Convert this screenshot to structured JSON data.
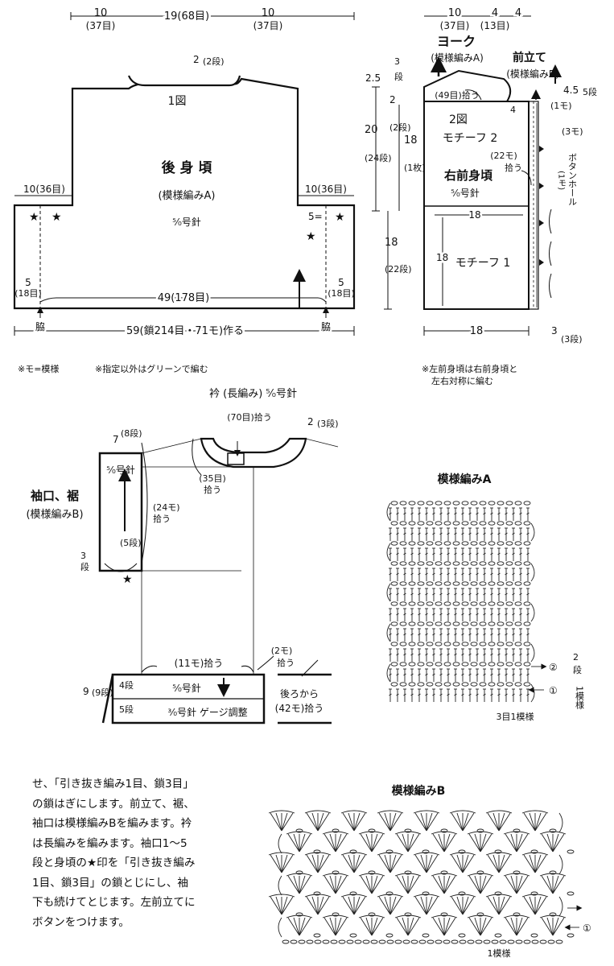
{
  "back": {
    "title": "後 身 頃",
    "pattern": "(模様編みA)",
    "needle": "⁵⁄₀号針",
    "fig": "1図",
    "dim_top_left": "10",
    "dim_top_left_sub": "(37目)",
    "dim_top_mid": "19(68目)",
    "dim_top_right": "10",
    "dim_top_right_sub": "(37目)",
    "neck_depth": "2",
    "neck_depth_sub": "(2段)",
    "shoulder_left": "10(36目)",
    "shoulder_right": "10(36目)",
    "armhole": "5=",
    "side_left": "5",
    "side_left_sub": "(18目)",
    "side_right": "5",
    "side_right_sub": "(18目)",
    "hem_inner": "49(178目)",
    "hem_total": "59(鎖214目・71モ)作る",
    "waki_left": "脇",
    "waki_right": "脇"
  },
  "front": {
    "dim_top_a": "10",
    "dim_top_a_sub": "(37目)",
    "dim_top_b": "4",
    "dim_top_b_sub": "(13目)",
    "dim_top_c": "4",
    "yoke": "ヨーク",
    "yoke_pattern": "(模様編みA)",
    "placket": "前立て",
    "placket_pattern": "(模様編みB)",
    "h_25": "2.5",
    "h_3": "3",
    "h_3_sub": "段",
    "h_45": "4.5",
    "h_45_sub": "5段",
    "pick_49": "(49目)拾う",
    "dim_4": "4",
    "one_mo": "(1モ)",
    "three_mo": "(3モ)",
    "h_20": "20",
    "h_20_sub": "(24段)",
    "h_2": "2",
    "h_2_sub": "(2段)",
    "h_18": "18",
    "h_18_sub": "(1枚)",
    "fig2": "2図",
    "motif2": "モチーフ 2",
    "pick_22": "(22モ)",
    "pick_22b": "拾う",
    "right_front": "右前身頃",
    "right_needle": "⁵⁄₀号針",
    "buttonhole": "ボタンホール",
    "buttonhole_sub": "(1モ)",
    "w_18a": "18",
    "h_18b": "18",
    "h_18b_sub": "(22段)",
    "motif_h": "18",
    "motif1": "モチーフ 1",
    "w_18b": "18",
    "w_3": "3",
    "w_3_sub": "(3段)"
  },
  "notes": {
    "n1": "※モ=模様",
    "n2": "※指定以外はグリーンで編む",
    "n3": "※左前身頃は右前身頃と",
    "n4": "左右対称に編む"
  },
  "collar": {
    "title": "衿 (長編み) ⁵⁄₀号針",
    "pick_70": "(70目)拾う",
    "depth": "2",
    "depth_sub": "(3段)",
    "pick_35": "(35目)",
    "pick_35b": "拾う"
  },
  "sleeve": {
    "title": "袖口、裾",
    "pattern": "(模様編みB)",
    "h_7": "7",
    "h_7_sub": "(8段)",
    "needle": "⁵⁄₀号針",
    "pick_24": "(24モ)",
    "pick_24b": "拾う",
    "rows_5": "(5段)",
    "rows_3": "3",
    "rows_3_sub": "段",
    "pick_11": "(11モ)拾う",
    "pick_2": "(2モ)",
    "pick_2b": "拾う",
    "h_9": "9",
    "h_9_sub": "(9段)",
    "r4": "4段",
    "r5": "5段",
    "needle_a": "⁵⁄₀号針",
    "needle_b": "³⁄₀号針 ゲージ調整",
    "back_pick": "後ろから",
    "back_pick_b": "(42モ)拾う"
  },
  "patA": {
    "title": "模様編みA",
    "row2": "2",
    "row2_sub": "段",
    "rep": "1模様",
    "label": "3目1模様",
    "m2": "②",
    "m1": "①"
  },
  "patB": {
    "title": "模様編みB",
    "label": "1模様",
    "m1": "①"
  },
  "paragraph": [
    "せ、「引き抜き編み1目、鎖3目」",
    "の鎖はぎにします。前立て、裾、",
    "袖口は模様編みBを編みます。衿",
    "は長編みを編みます。袖口1～5",
    "段と身頃の★印を「引き抜き編み",
    "1目、鎖3目」の鎖とじにし、袖",
    "下も続けてとじます。左前立てに",
    "ボタンをつけます。"
  ]
}
